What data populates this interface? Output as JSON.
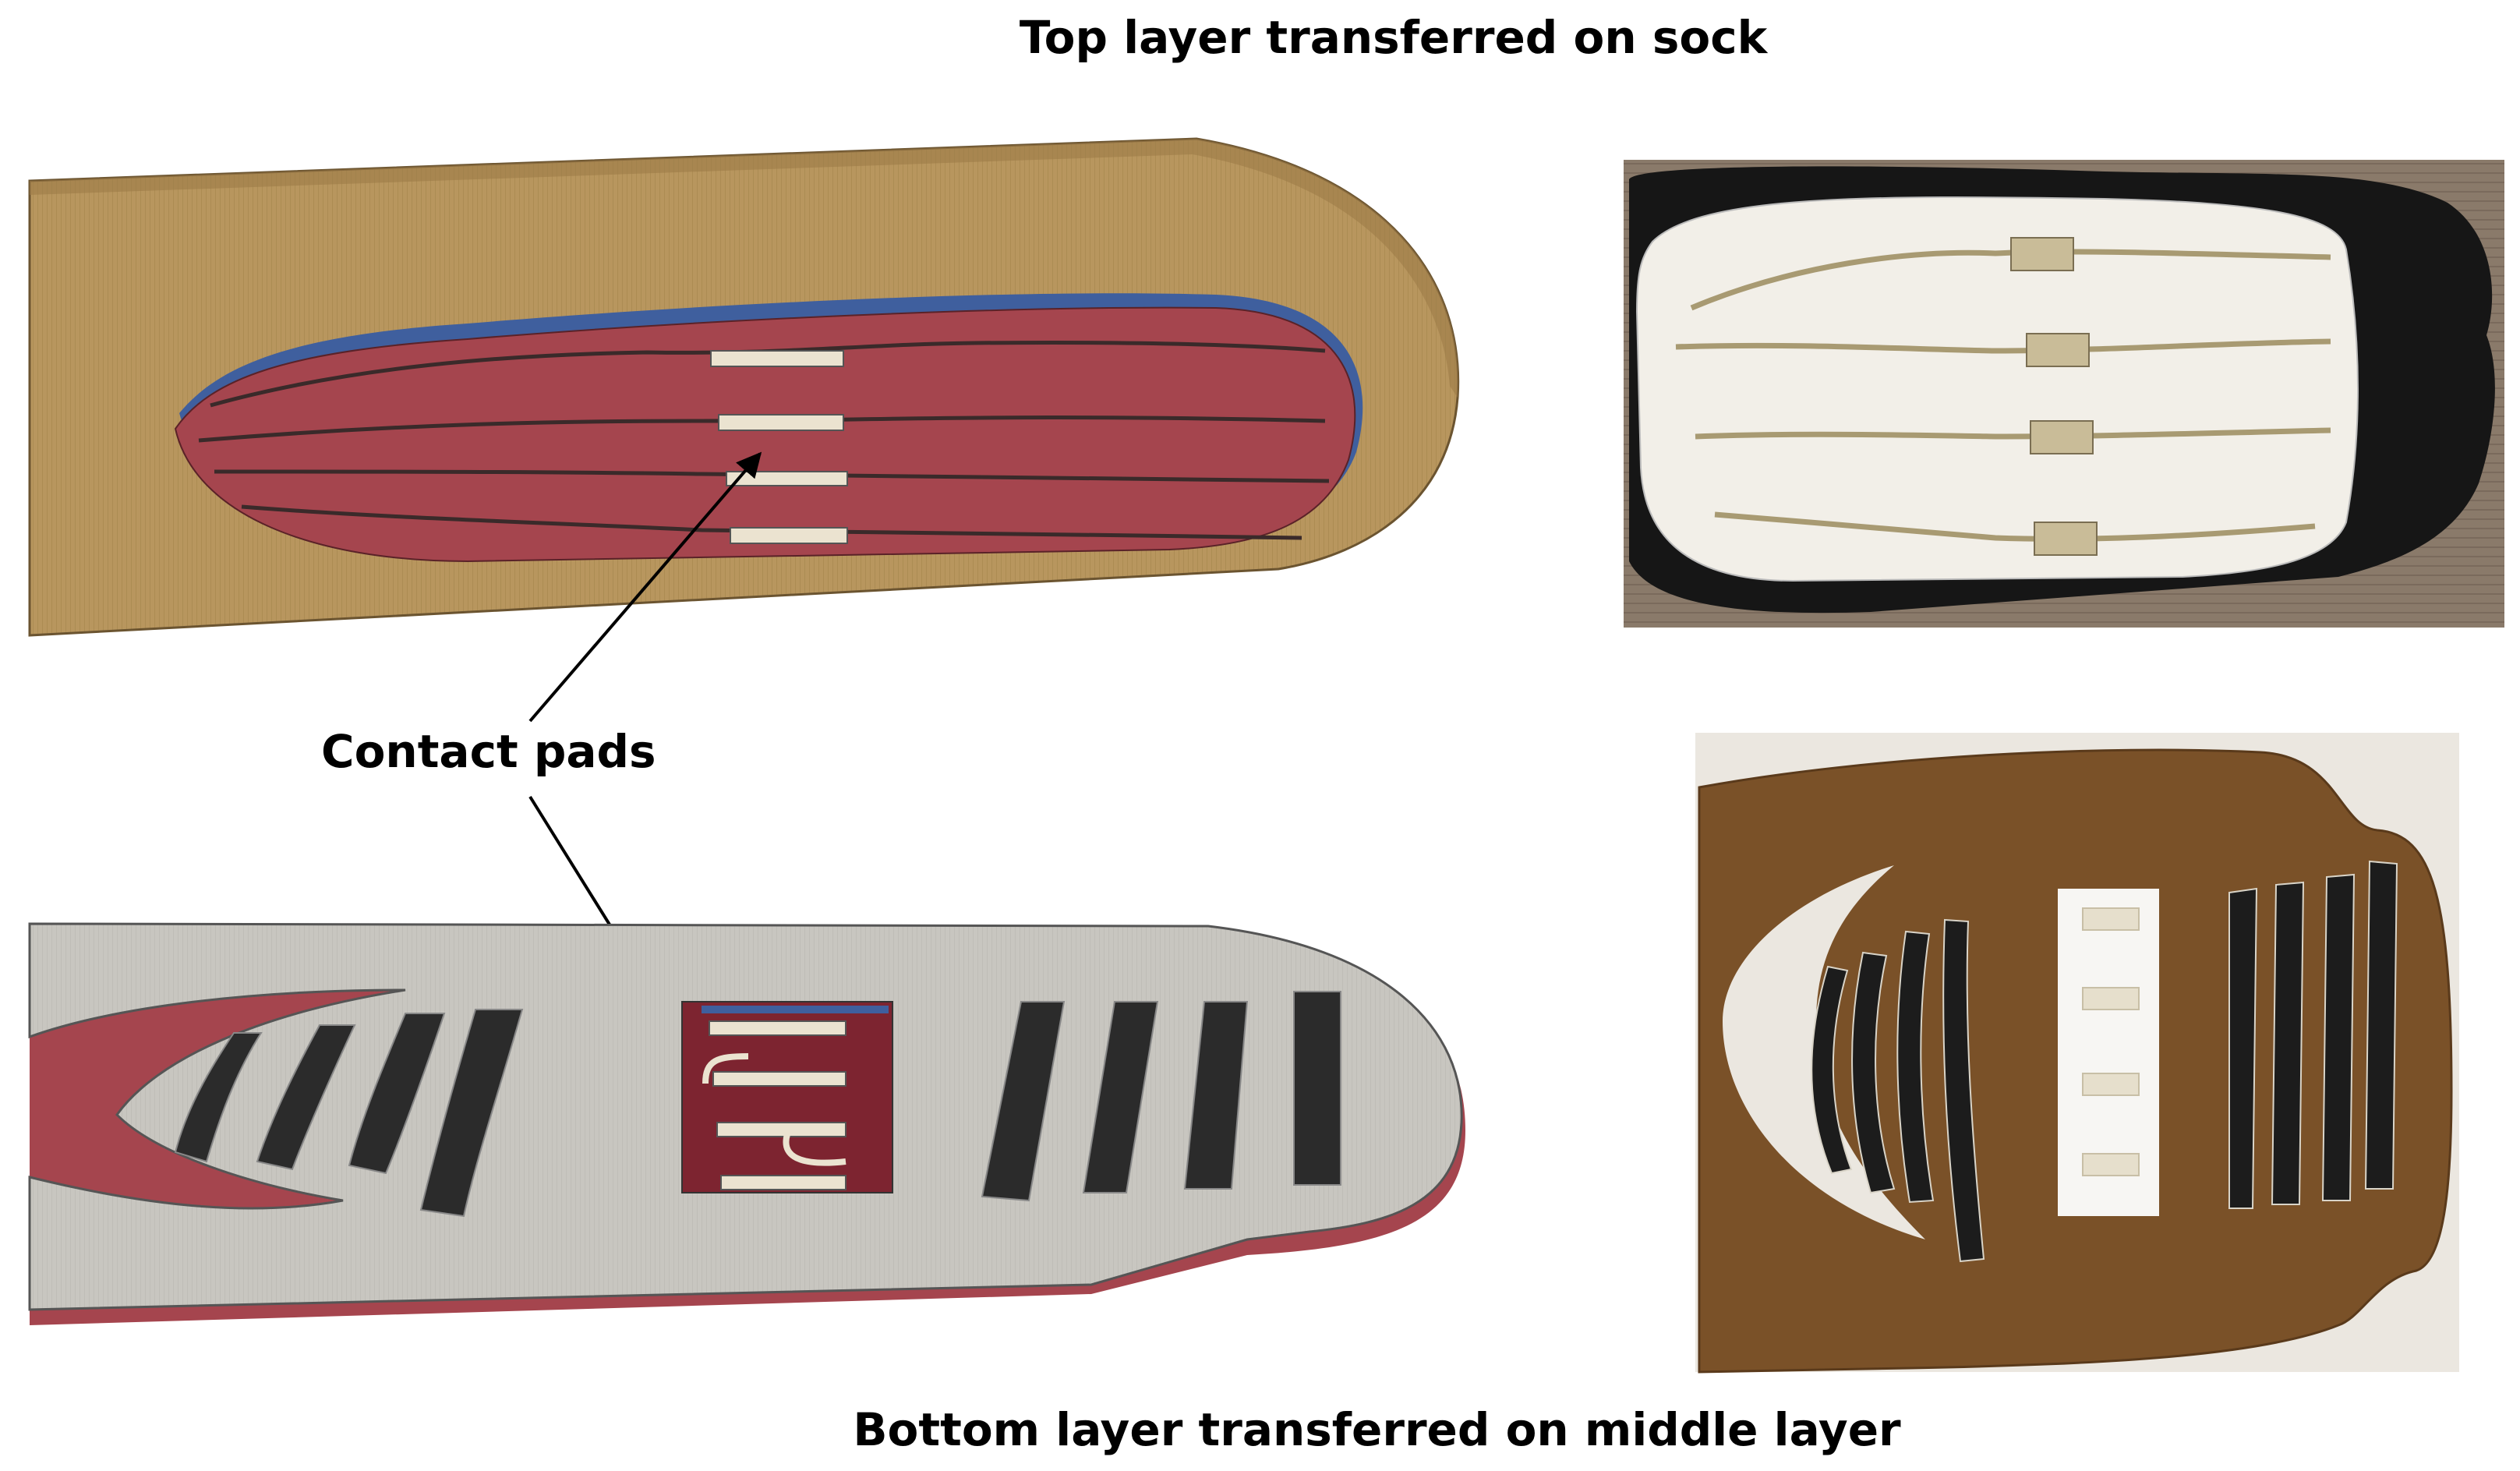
{
  "captions": {
    "top": "Top layer transferred on sock",
    "bottom": "Bottom layer transferred on middle layer",
    "contact_pads": "Contact pads"
  },
  "colors": {
    "tan_fabric": "#b8965e",
    "red_layer": "#a5454e",
    "blue_edge": "#3f5f9e",
    "grey_layer": "#c8c6c0",
    "dark_strip": "#2b2b2b",
    "pad": "#ebe3d0",
    "sock_black": "#161616",
    "felt_brown": "#7a5128",
    "wood_floor": "#8a7a6a"
  }
}
